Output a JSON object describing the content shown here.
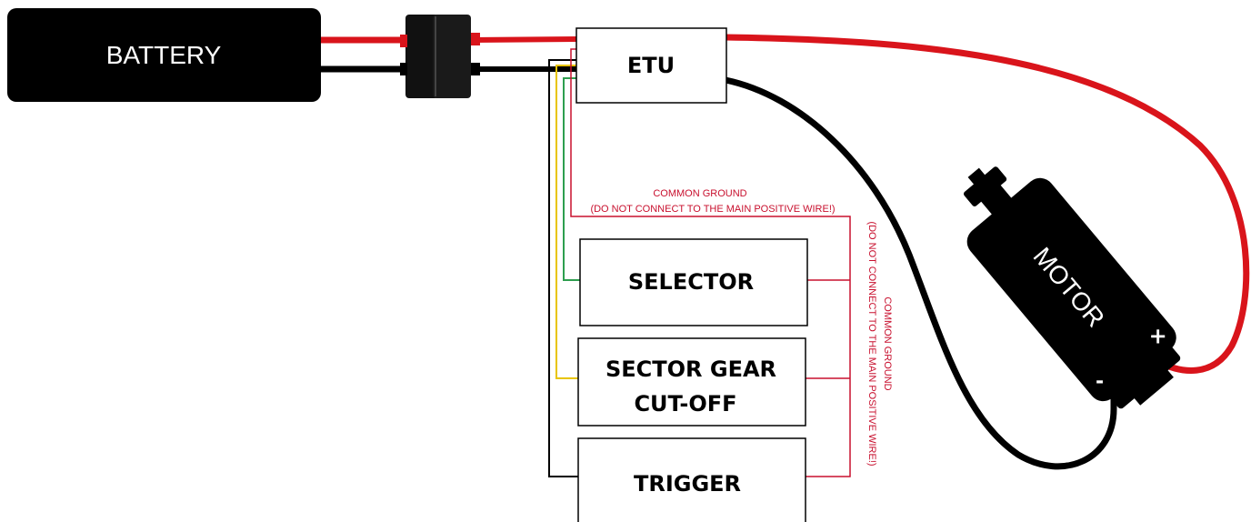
{
  "diagram": {
    "battery_label": "BATTERY",
    "etu_label": "ETU",
    "selector_label": "SELECTOR",
    "sector_gear_line1": "SECTOR GEAR",
    "sector_gear_line2": "CUT-OFF",
    "trigger_label": "TRIGGER",
    "motor_label": "MOTOR",
    "motor_plus": "+",
    "motor_minus": "-",
    "common_ground_top_line1": "COMMON GROUND",
    "common_ground_top_line2": "(DO NOT CONNECT TO THE MAIN POSITIVE WIRE!)",
    "common_ground_side_line1": "COMMON GROUND",
    "common_ground_side_line2": "(DO NOT CONNECT TO THE MAIN POSITIVE WIRE!)"
  },
  "colors": {
    "positive_wire": "#d9141b",
    "negative_wire": "#000000",
    "ground_note": "#c8102e",
    "selector_wire": "#2e9e4f",
    "sector_gear_wire": "#e8c400",
    "component_fill": "#000000",
    "box_stroke": "#000000"
  }
}
